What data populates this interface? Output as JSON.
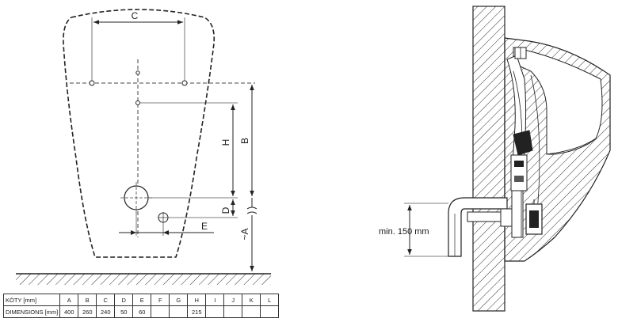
{
  "front_view": {
    "dim_labels": [
      "C",
      "H",
      "B",
      "D",
      "E",
      "~A"
    ]
  },
  "side_view": {
    "min_label": "min. 150 mm"
  },
  "table": {
    "row1_header": "KÓTY [mm]",
    "row2_header": "DIMENSIONS [mm]",
    "columns": [
      "A",
      "B",
      "C",
      "D",
      "E",
      "F",
      "G",
      "H",
      "I",
      "J",
      "K",
      "L"
    ],
    "values": [
      "400",
      "260",
      "240",
      "50",
      "60",
      "",
      "",
      "215",
      "",
      "",
      "",
      ""
    ]
  }
}
